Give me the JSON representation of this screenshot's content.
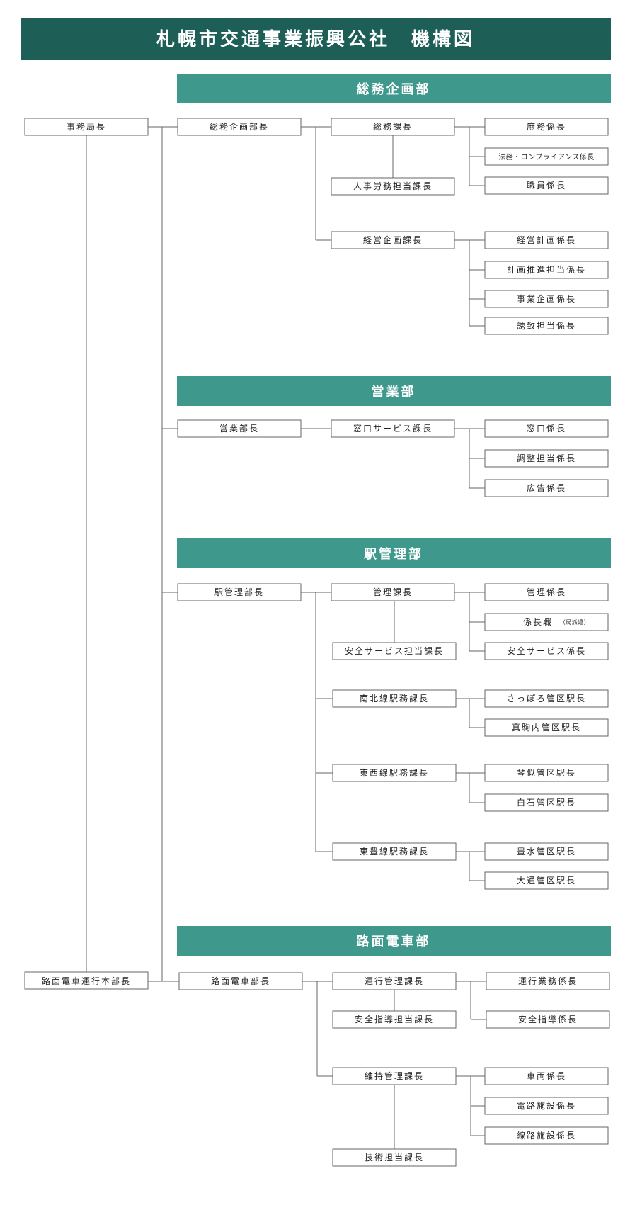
{
  "colors": {
    "title_bg": "#1d5f57",
    "dept_bg": "#3e998c",
    "box_border": "#666666",
    "line": "#666666",
    "text": "#222222"
  },
  "title": "札幌市交通事業振興公社　機構図",
  "departments": {
    "somu": "総務企画部",
    "eigyo": "営業部",
    "eki": "駅管理部",
    "romen": "路面電車部"
  },
  "positions": {
    "jimukyokucho": "事務局長",
    "romen_honbucho": "路面電車運行本部長",
    "somu_bucho": "総務企画部長",
    "somu_kacho": "総務課長",
    "jinji_kacho": "人事労務担当課長",
    "keiei_kacho": "経営企画課長",
    "shomu_kakari": "庶務係長",
    "homu_kakari": "法務・コンプライアンス係長",
    "shokuin_kakari": "職員係長",
    "keieikeikaku_kakari": "経営計画係長",
    "keikaku_suishin_kakari": "計画推進担当係長",
    "jigyo_kikaku_kakari": "事業企画係長",
    "yuchi_kakari": "誘致担当係長",
    "eigyo_bucho": "営業部長",
    "madoguchi_kacho": "窓口サービス課長",
    "madoguchi_kakari": "窓口係長",
    "chosei_kakari": "調整担当係長",
    "kokoku_kakari": "広告係長",
    "eki_bucho": "駅管理部長",
    "kanri_kacho": "管理課長",
    "anzen_service_kacho": "安全サービス担当課長",
    "nanboku_kacho": "南北線駅務課長",
    "tozai_kacho": "東西線駅務課長",
    "toho_kacho": "東豊線駅務課長",
    "kanri_kakari": "管理係長",
    "kakaricho_shoku": "係長職",
    "kakaricho_shoku_note": "（局派遣）",
    "anzen_service_kakari": "安全サービス係長",
    "sapporo_ekicho": "さっぽろ管区駅長",
    "makomanai_ekicho": "真駒内管区駅長",
    "kotoni_ekicho": "琴似管区駅長",
    "shiroishi_ekicho": "白石管区駅長",
    "hosui_ekicho": "豊水管区駅長",
    "odori_ekicho": "大通管区駅長",
    "romen_bucho": "路面電車部長",
    "unko_kanri_kacho": "運行管理課長",
    "anzen_shido_kacho": "安全指導担当課長",
    "iji_kanri_kacho": "維持管理課長",
    "gijutsu_kacho": "技術担当課長",
    "unko_gyomu_kakari": "運行業務係長",
    "anzen_shido_kakari": "安全指導係長",
    "sharyo_kakari": "車両係長",
    "denro_kakari": "電路施設係長",
    "senro_kakari": "線路施設係長"
  }
}
